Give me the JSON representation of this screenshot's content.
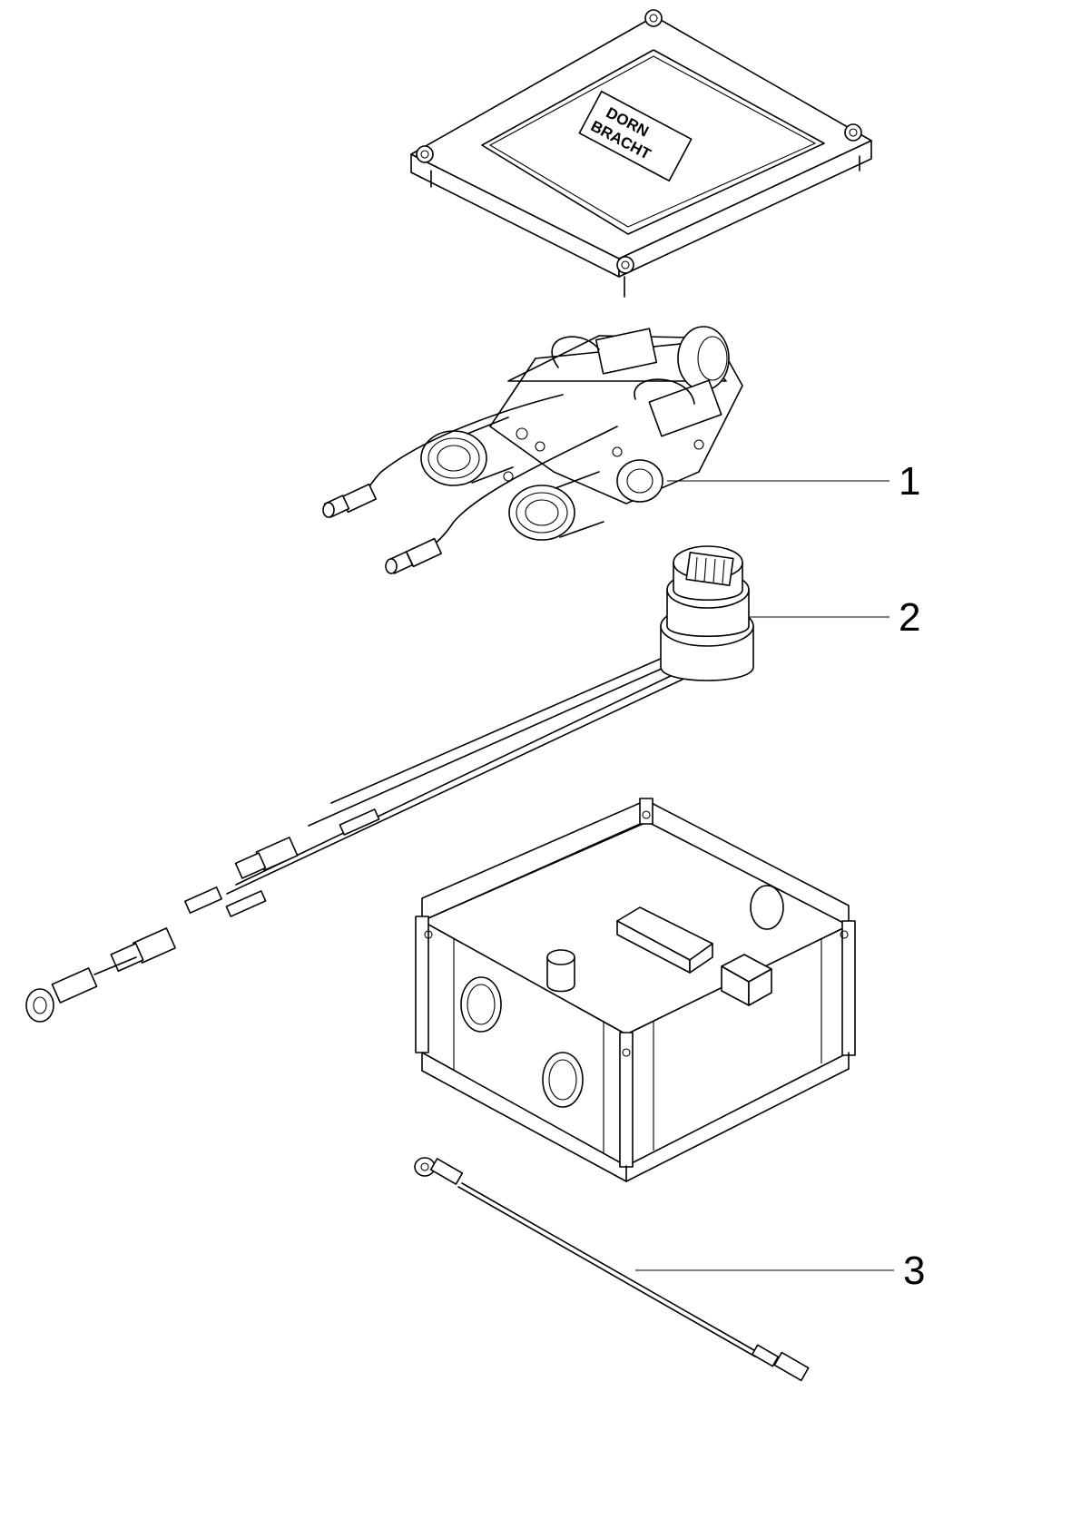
{
  "callouts": [
    {
      "number": "1"
    },
    {
      "number": "2"
    },
    {
      "number": "3"
    }
  ],
  "cover_plate": {
    "logo_line1": "DORN",
    "logo_line2": "BRACHT"
  },
  "colors": {
    "line": "#000000",
    "background": "#ffffff"
  }
}
